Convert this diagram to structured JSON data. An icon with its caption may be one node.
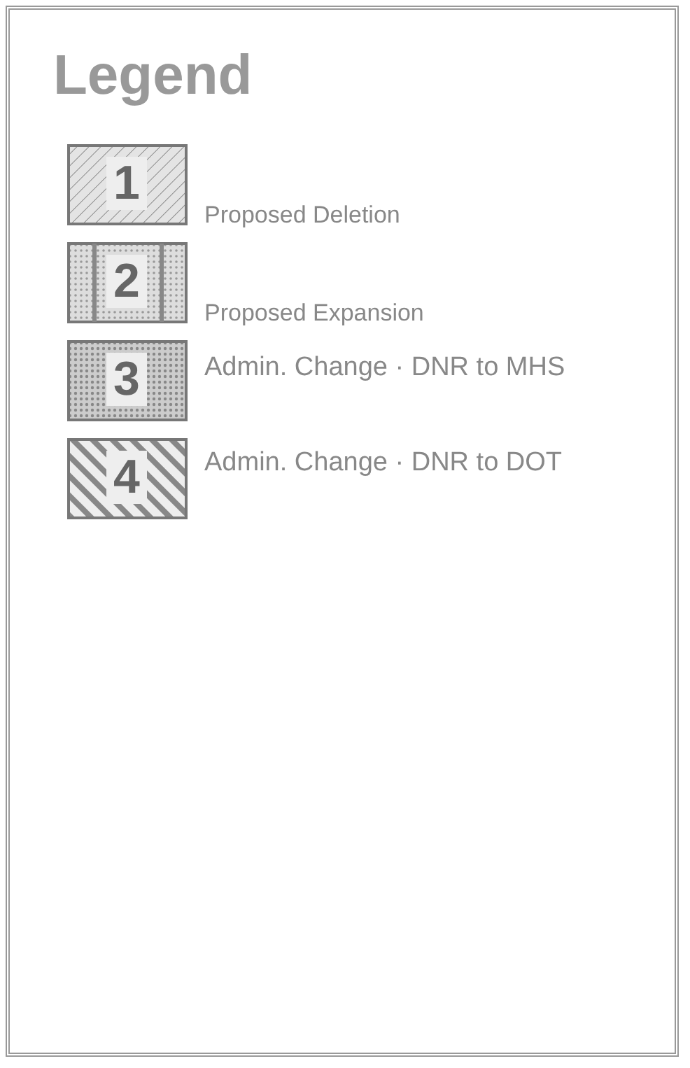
{
  "diagram": {
    "title": "Legend",
    "labels": [
      "1",
      "2",
      "3",
      "4"
    ],
    "legend": [
      {
        "text": "Proposed Deletion"
      },
      {
        "text": "Proposed Expansion"
      },
      {
        "text": "Admin. Change · DNR to MHS"
      },
      {
        "text": "Admin. Change · DNR to DOT"
      }
    ]
  }
}
